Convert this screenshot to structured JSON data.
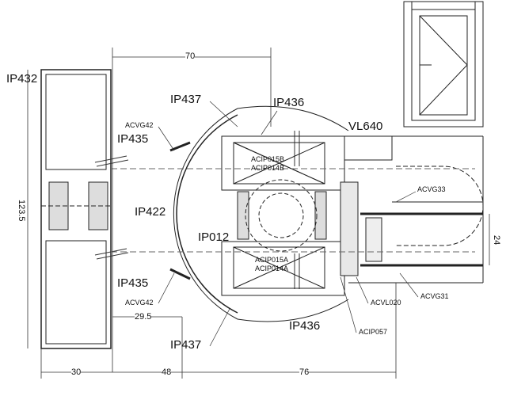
{
  "labels": {
    "ip432": "IP432",
    "ip437_top": "IP437",
    "ip436_top": "IP436",
    "acvg42_top": "ACVG42",
    "ip435_top": "IP435",
    "vl640": "VL640",
    "acip015b": "ACIP015B",
    "acip014b": "ACIP014B",
    "acvg33": "ACVG33",
    "ip422": "IP422",
    "ip012": "IP012",
    "acip015a": "ACIP015A",
    "acip014a": "ACIP014A",
    "ip435_bottom": "IP435",
    "acvg42_bottom": "ACVG42",
    "acvl020": "ACVL020",
    "acvg31": "ACVG31",
    "ip436_bottom": "IP436",
    "acip057": "ACIP057",
    "ip437_bottom": "IP437"
  },
  "dimensions": {
    "d70": "70",
    "d123_5": "123.5",
    "d24": "24",
    "d29_5": "29.5",
    "d30": "30",
    "d48": "48",
    "d76": "76"
  }
}
